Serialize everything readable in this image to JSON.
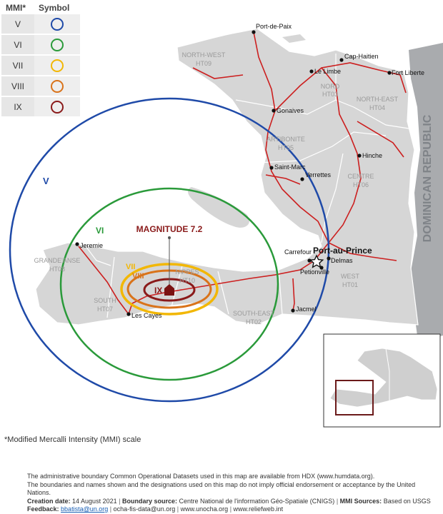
{
  "legend": {
    "header_mmi": "MMI*",
    "header_symbol": "Symbol",
    "rows": [
      {
        "level": "V",
        "color": "#1f4aa8"
      },
      {
        "level": "VI",
        "color": "#2a9a3a"
      },
      {
        "level": "VII",
        "color": "#f2b705"
      },
      {
        "level": "VIII",
        "color": "#d9731a"
      },
      {
        "level": "IX",
        "color": "#8a1a1a"
      }
    ]
  },
  "map": {
    "neighbor": "DOMINICAN REPUBLIC",
    "magnitude": "MAGNITUDE 7.2",
    "ring_labels": {
      "v": "V",
      "vi": "VI",
      "vii": "VII",
      "viii": "VIII",
      "ix": "IX"
    },
    "departments": {
      "nord_ouest": [
        "NORTH-WEST",
        "HT09"
      ],
      "nord": [
        "NORD",
        "HT03"
      ],
      "nord_est": [
        "NORTH-EAST",
        "HT04"
      ],
      "artibonite": [
        "ARTIBONITE",
        "HT05"
      ],
      "centre": [
        "CENTRE",
        "HT06"
      ],
      "grande_anse": [
        "GRANDE'ANSE",
        "HT08"
      ],
      "nippes": [
        "NIPPES",
        "HT10"
      ],
      "sud": [
        "SOUTH",
        "HT07"
      ],
      "ouest": [
        "WEST",
        "HT01"
      ],
      "sud_est": [
        "SOUTH-EAST",
        "HT02"
      ]
    },
    "cities": {
      "port_de_paix": "Port-de-Paix",
      "cap_haitien": "Cap-Haitien",
      "le_limbe": "Le Limbe",
      "fort_liberte": "Fort Liberte",
      "gonaives": "Gonaives",
      "hinche": "Hinche",
      "saint_marc": "Saint-Marc",
      "verrettes": "Verrettes",
      "jeremie": "Jeremie",
      "carrefour": "Carrefour",
      "port_au_prince": "Port-au-Prince",
      "delmas": "Delmas",
      "petionville": "Petionville",
      "les_cayes": "Les Cayes",
      "jacmel": "Jacmel"
    }
  },
  "note": "*Modified Mercalli Intensity (MMI) scale",
  "footer": {
    "line1": "The administrative boundary Common Operational Datasets used in this map are available from HDX (www.humdata.org).",
    "line2": "The boundaries and names shown and the designations used on this map do not imply official endorsement or acceptance by the United Nations.",
    "creation_label": "Creation date:",
    "creation_value": "14 August 2021",
    "boundary_label": "Boundary source:",
    "boundary_value": "Centre National de l'information Géo-Spatiale (CNIGS)",
    "mmi_label": "MMI Sources:",
    "mmi_value": "Based on USGS",
    "feedback_label": "Feedback:",
    "email1": "bbatista@un.org",
    "email2": "ocha-fis-data@un.org",
    "web1": "www.unocha.org",
    "web2": "www.reliefweb.int"
  }
}
